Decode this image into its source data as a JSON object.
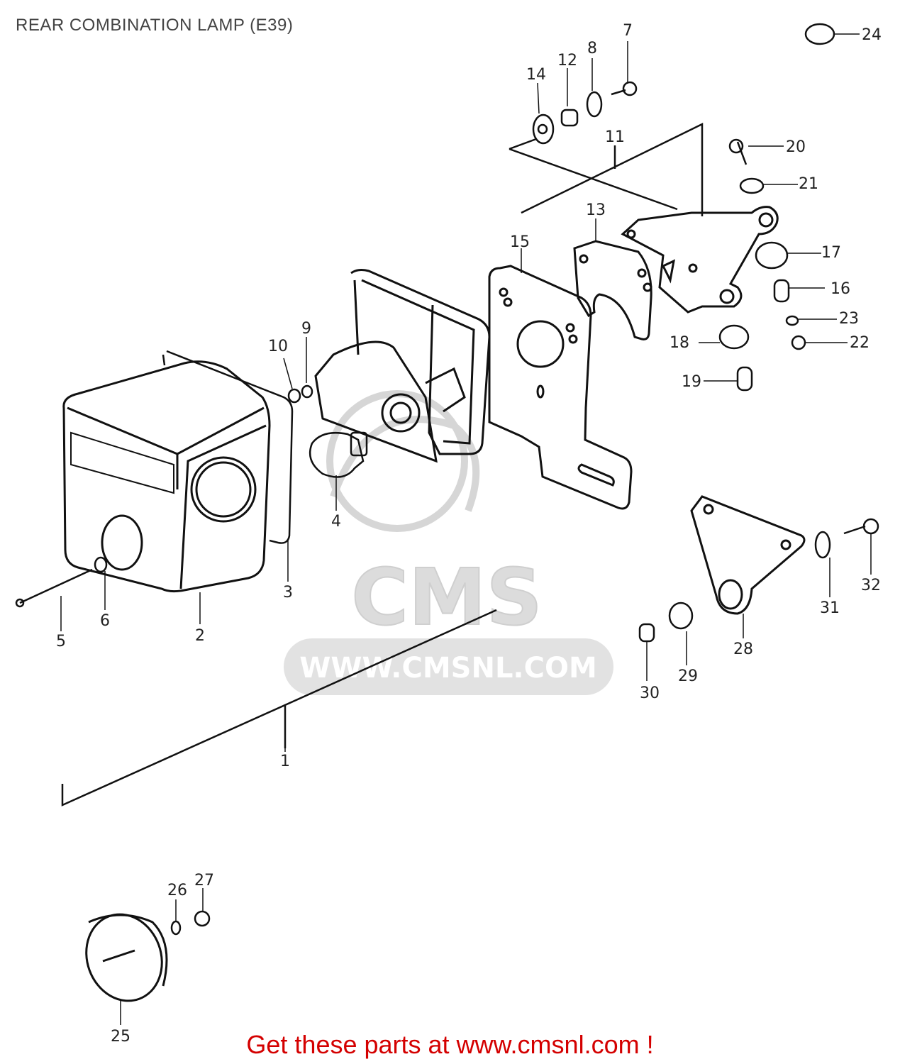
{
  "title": "REAR COMBINATION LAMP (E39)",
  "footer": {
    "text": "Get these parts at www.cmsnl.com !",
    "color": "#d40000"
  },
  "watermark": {
    "logo_text": "CMS",
    "url_text": "WWW.CMSNL.COM",
    "color": "#d8d8d8"
  },
  "callouts": [
    "1",
    "2",
    "3",
    "4",
    "5",
    "6",
    "7",
    "8",
    "9",
    "10",
    "11",
    "12",
    "13",
    "14",
    "15",
    "16",
    "17",
    "18",
    "19",
    "20",
    "21",
    "22",
    "23",
    "24",
    "25",
    "26",
    "27",
    "28",
    "29",
    "30",
    "31",
    "32"
  ]
}
